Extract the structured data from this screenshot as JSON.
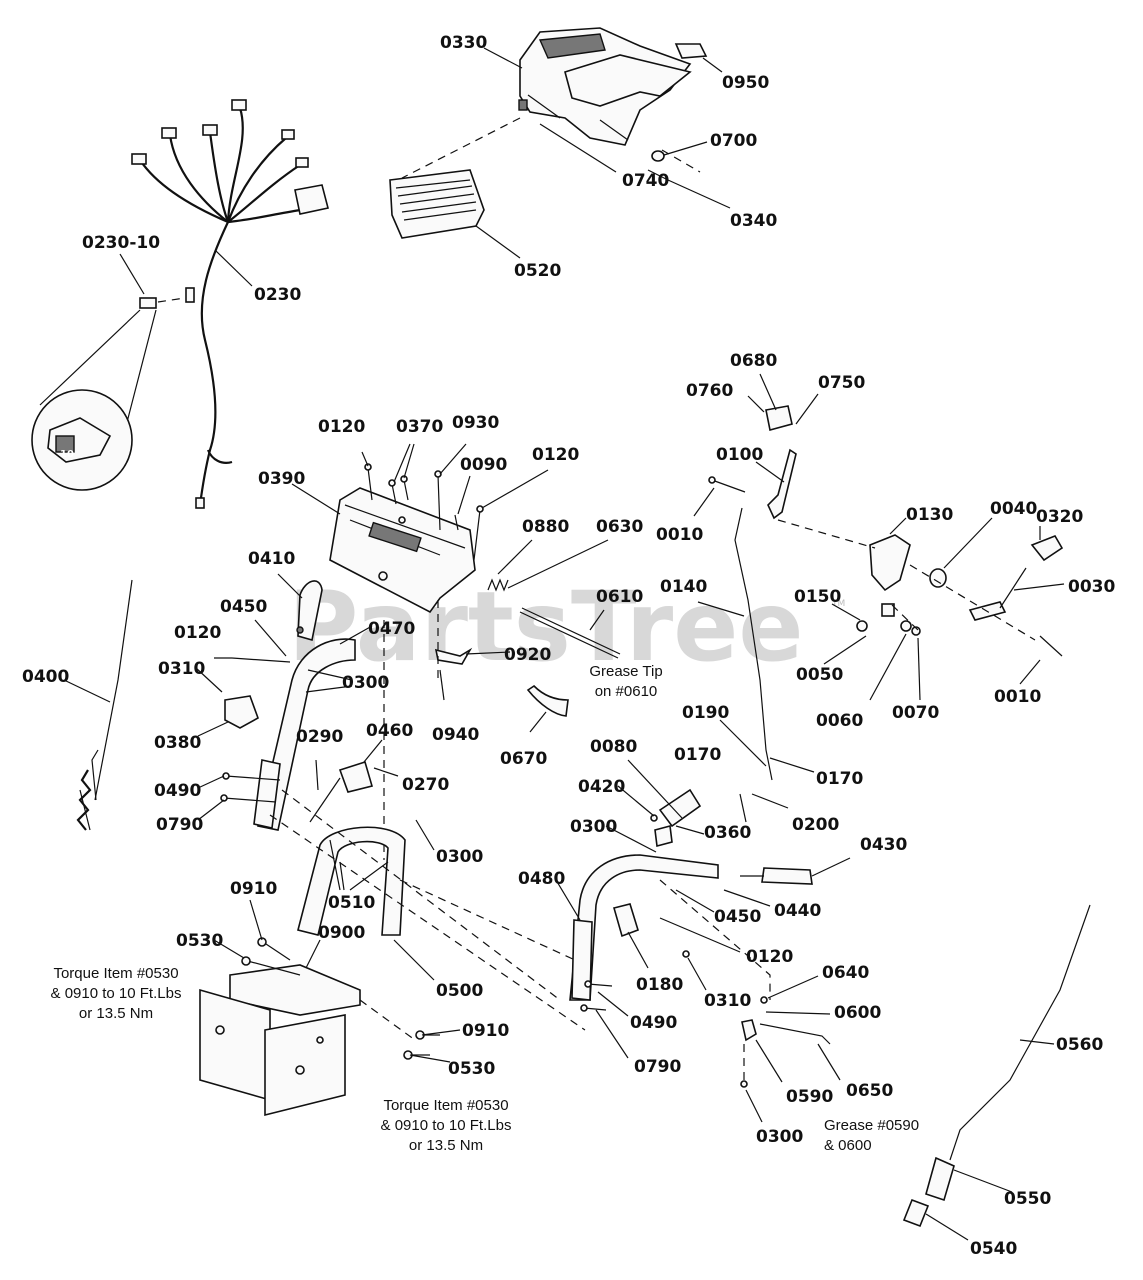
{
  "watermark": "PartsTree",
  "watermark_tm": "TM",
  "notes": {
    "torque_left": [
      "Torque Item #0530",
      "& 0910 to 10 Ft.Lbs",
      "or 13.5 Nm"
    ],
    "torque_center": [
      "Torque Item #0530",
      "& 0910 to 10 Ft.Lbs",
      "or 13.5 Nm"
    ],
    "grease_tip": [
      "Grease Tip",
      "on #0610"
    ],
    "grease_0590": [
      "Grease #0590",
      "& 0600"
    ],
    "fuse_value": "10"
  },
  "labels": [
    "0330",
    "0950",
    "0700",
    "0740",
    "0340",
    "0520",
    "0230-10",
    "0230",
    "0680",
    "0760",
    "0750",
    "0100",
    "0010",
    "0130",
    "0040",
    "0320",
    "0030",
    "0150",
    "0050",
    "0060",
    "0070",
    "0010",
    "0120",
    "0370",
    "0930",
    "0090",
    "0120",
    "0390",
    "0880",
    "0630",
    "0610",
    "0410",
    "0450",
    "0470",
    "0120",
    "0310",
    "0300",
    "0380",
    "0920",
    "0940",
    "0670",
    "0400",
    "0140",
    "0190",
    "0170",
    "0170",
    "0200",
    "0290",
    "0460",
    "0270",
    "0490",
    "0790",
    "0300",
    "0510",
    "0910",
    "0530",
    "0900",
    "0500",
    "0910",
    "0530",
    "0080",
    "0420",
    "0300",
    "0360",
    "0430",
    "0480",
    "0450",
    "0440",
    "0180",
    "0120",
    "0310",
    "0490",
    "0790",
    "0640",
    "0600",
    "0650",
    "0590",
    "0300",
    "0560",
    "0550",
    "0540"
  ]
}
